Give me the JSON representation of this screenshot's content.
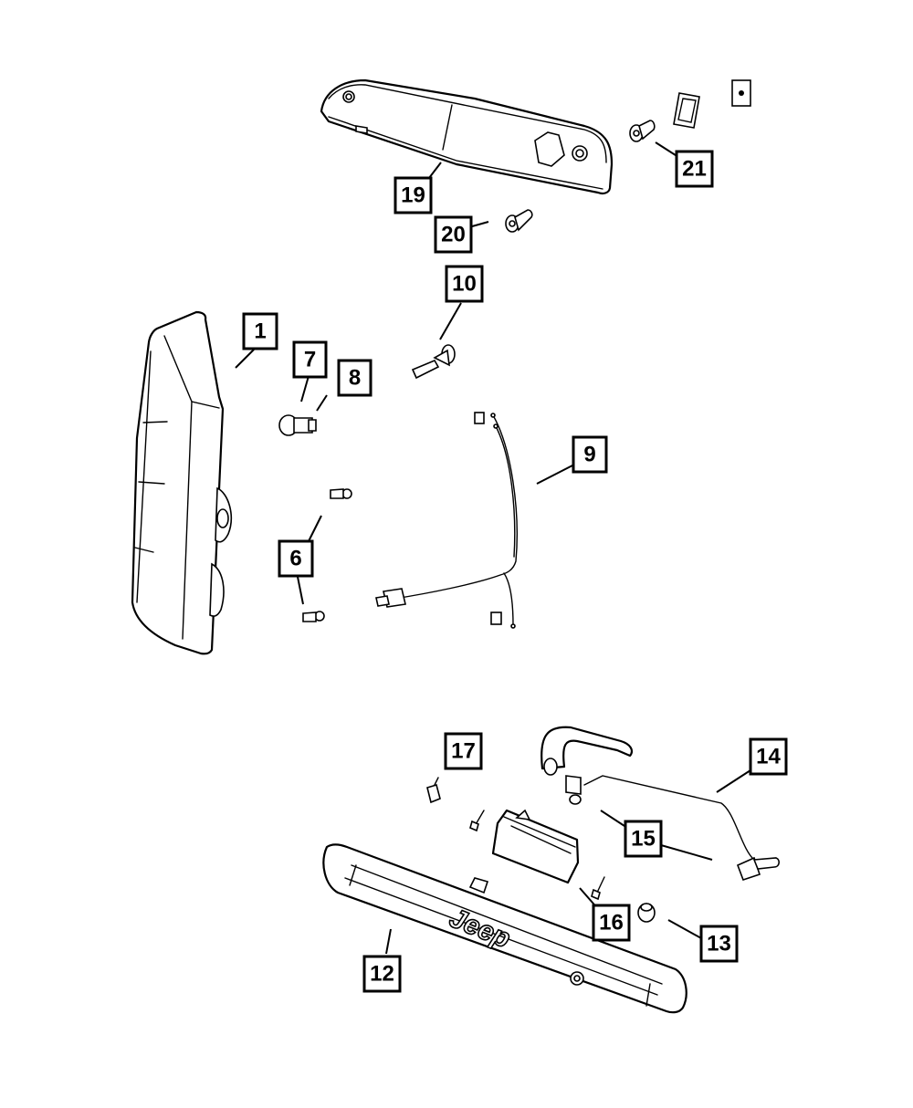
{
  "diagram": {
    "title": "Jeep tail lamp, center high-mount stop lamp and license lamp assembly (exploded parts view)",
    "brand_logo_text": "Jeep",
    "colors": {
      "line": "#000000",
      "background": "#ffffff"
    },
    "callouts": [
      {
        "id": "19",
        "label": "19",
        "part": "center high-mount stop lamp housing"
      },
      {
        "id": "20",
        "label": "20",
        "part": "mounting screw"
      },
      {
        "id": "21",
        "label": "21",
        "part": "retaining nut / grommet"
      },
      {
        "id": "10",
        "label": "10",
        "part": "push-pin retainer"
      },
      {
        "id": "1",
        "label": "1",
        "part": "tail lamp"
      },
      {
        "id": "7",
        "label": "7",
        "part": "bulb"
      },
      {
        "id": "8",
        "label": "8",
        "part": "bulb socket"
      },
      {
        "id": "9",
        "label": "9",
        "part": "wiring harness"
      },
      {
        "id": "6",
        "label": "6",
        "part": "bulb"
      },
      {
        "id": "17",
        "label": "17",
        "part": "clip"
      },
      {
        "id": "14",
        "label": "14",
        "part": "license lamp wiring"
      },
      {
        "id": "15",
        "label": "15",
        "part": "license lamp socket"
      },
      {
        "id": "16",
        "label": "16",
        "part": "liftgate handle switch"
      },
      {
        "id": "13",
        "label": "13",
        "part": "grommet"
      },
      {
        "id": "12",
        "label": "12",
        "part": "liftgate applique / handle bar"
      }
    ]
  }
}
